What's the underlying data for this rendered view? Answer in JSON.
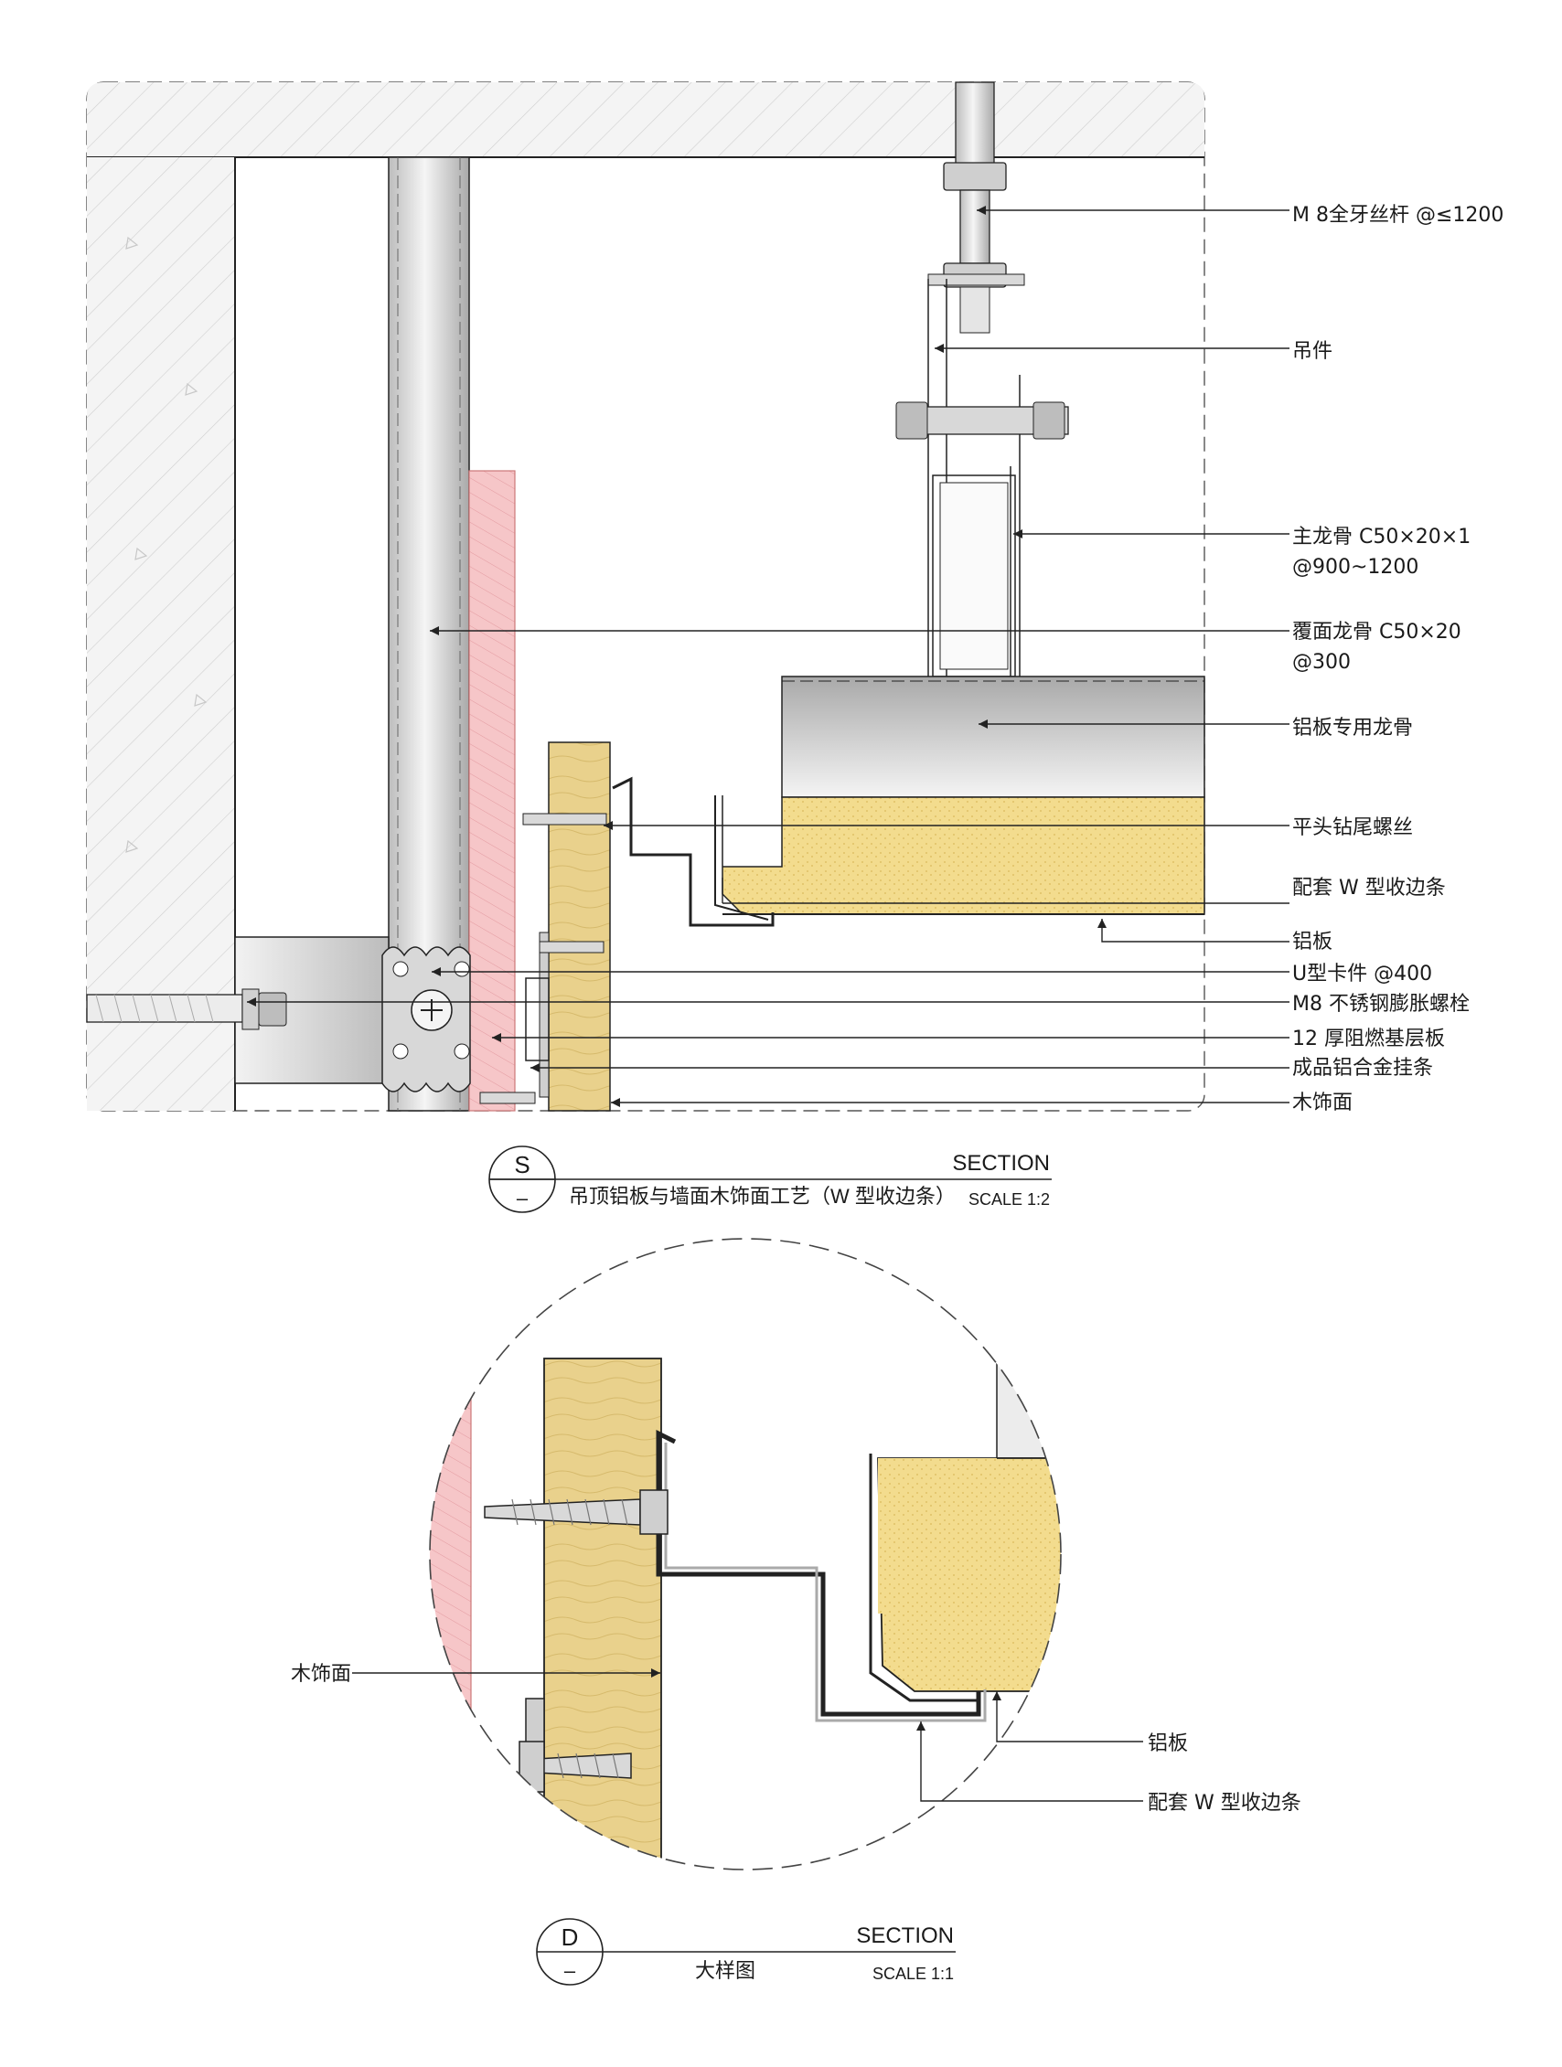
{
  "section_s": {
    "labels": [
      {
        "id": "threaded-rod",
        "lines": [
          "M 8全牙丝杆 @≤1200"
        ]
      },
      {
        "id": "hanger",
        "lines": [
          "吊件"
        ]
      },
      {
        "id": "main-keel",
        "lines": [
          "主龙骨 C50×20×1",
          "@900~1200"
        ]
      },
      {
        "id": "cover-keel",
        "lines": [
          "覆面龙骨 C50×20",
          "@300"
        ]
      },
      {
        "id": "al-panel-keel",
        "lines": [
          "铝板专用龙骨"
        ]
      },
      {
        "id": "self-drilling-screw",
        "lines": [
          "平头钻尾螺丝"
        ]
      },
      {
        "id": "w-trim",
        "lines": [
          "配套 W 型收边条"
        ]
      },
      {
        "id": "al-panel",
        "lines": [
          "铝板"
        ]
      },
      {
        "id": "u-clip",
        "lines": [
          "U型卡件 @400"
        ]
      },
      {
        "id": "expansion-bolt",
        "lines": [
          "M8 不锈钢膨胀螺栓"
        ]
      },
      {
        "id": "fire-board",
        "lines": [
          "12 厚阻燃基层板"
        ]
      },
      {
        "id": "al-hanging-strip",
        "lines": [
          "成品铝合金挂条"
        ]
      },
      {
        "id": "wood-veneer",
        "lines": [
          "木饰面"
        ]
      }
    ],
    "title_block": {
      "letter": "S",
      "dash": "–",
      "section_word": "SECTION",
      "caption": "吊顶铝板与墙面木饰面工艺（W 型收边条）",
      "scale": "SCALE 1:2"
    }
  },
  "section_d": {
    "labels": [
      {
        "id": "wood-veneer",
        "lines": [
          "木饰面"
        ]
      },
      {
        "id": "al-panel",
        "lines": [
          "铝板"
        ]
      },
      {
        "id": "w-trim",
        "lines": [
          "配套 W 型收边条"
        ]
      }
    ],
    "title_block": {
      "letter": "D",
      "dash": "–",
      "section_word": "SECTION",
      "caption": "大样图",
      "scale": "SCALE 1:1"
    }
  },
  "colors": {
    "concrete": "#f4f4f4",
    "steel_light": "#e8e8e8",
    "steel_dark": "#a9a9a9",
    "fire_board": "#f6c6c8",
    "wood": "#e9d18c",
    "insulation": "#f3dc8e",
    "line": "#222222"
  }
}
